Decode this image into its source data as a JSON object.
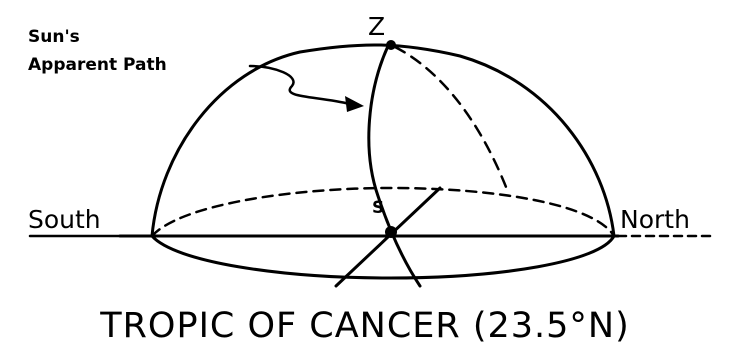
{
  "labels": {
    "zenith": "Z",
    "sun_path_line1": "Sun's",
    "sun_path_line2": "Apparent Path",
    "south": "South",
    "north": "North",
    "observer": "S",
    "caption": "TROPIC OF CANCER (23.5°N)"
  },
  "colors": {
    "ink": "#000000",
    "background": "#ffffff"
  }
}
